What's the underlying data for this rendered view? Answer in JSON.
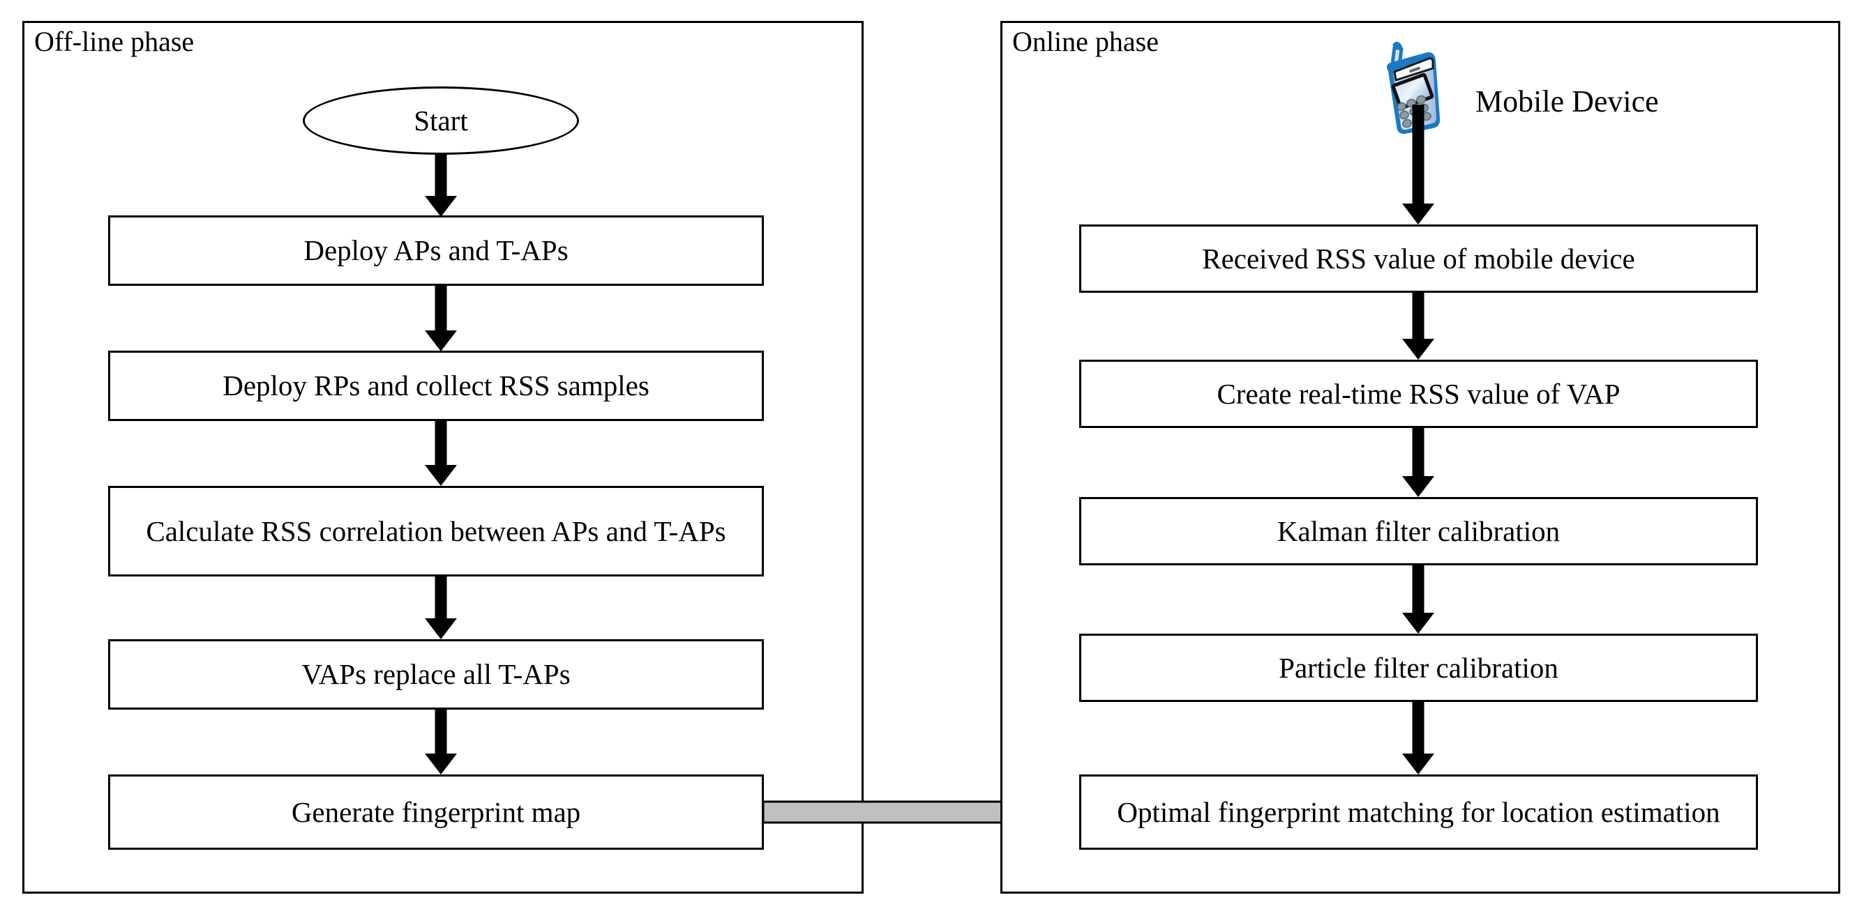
{
  "figure": {
    "type": "flowchart",
    "orientation": "two-column",
    "description": "Indoor localization fingerprinting workflow split into an off-line phase and an online phase"
  },
  "panels": {
    "offline": {
      "title": "Off-line phase",
      "start_node": "Start",
      "steps": [
        "Deploy APs and T-APs",
        "Deploy RPs and collect RSS samples",
        "Calculate RSS correlation between APs and T-APs",
        "VAPs replace all T-APs",
        "Generate fingerprint map"
      ]
    },
    "online": {
      "title": "Online phase",
      "source_label": "Mobile Device",
      "source_icon": "mobile-phone-icon",
      "steps": [
        "Received RSS value of mobile device",
        "Create real-time RSS value of VAP",
        "Kalman filter calibration",
        "Particle filter calibration",
        "Optimal fingerprint matching for location estimation"
      ]
    }
  },
  "connector": {
    "from": "Generate fingerprint map",
    "to": "Optimal fingerprint matching for location estimation",
    "style": "block-arrow",
    "fill": "#c0c0c0",
    "stroke": "#000000"
  },
  "colors": {
    "background": "#ffffff",
    "line": "#000000",
    "text": "#000000",
    "connector_fill": "#c0c0c0",
    "device_blue": "#1b79c4",
    "device_body_light": "#cfe0f2",
    "device_body_mid": "#a9c6e6"
  }
}
